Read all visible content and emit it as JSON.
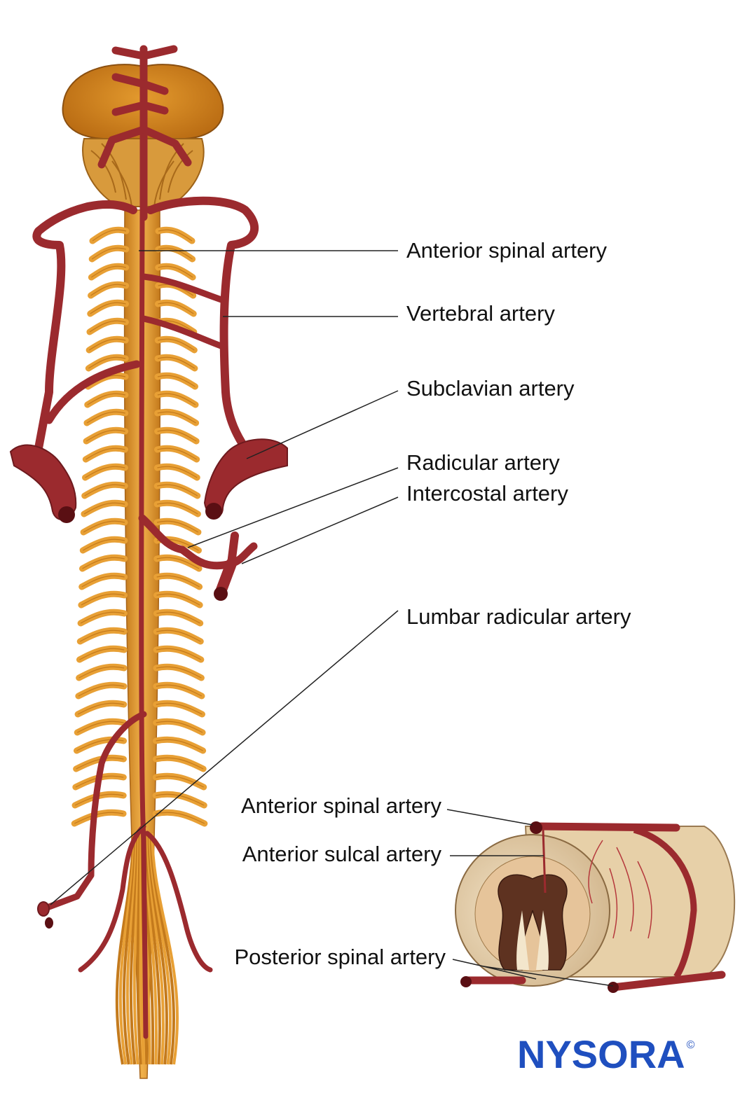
{
  "labels": {
    "anterior_spinal_main": "Anterior spinal artery",
    "vertebral": "Vertebral artery",
    "subclavian": "Subclavian artery",
    "radicular": "Radicular artery",
    "intercostal": "Intercostal artery",
    "lumbar_radicular": "Lumbar radicular artery",
    "anterior_spinal_section": "Anterior spinal artery",
    "anterior_sulcal": "Anterior sulcal artery",
    "posterior_spinal": "Posterior spinal artery"
  },
  "brand": {
    "name": "NYSORA",
    "mark": "©"
  },
  "colors": {
    "artery": "#9b2a2e",
    "artery_light": "#c4565a",
    "nerve": "#e8a035",
    "nerve_dark": "#c47a1c",
    "brainstem": "#d98a1e",
    "section_outer": "#ecd9b8",
    "grey_matter": "#6b3a24",
    "brand": "#1f4fbf"
  }
}
